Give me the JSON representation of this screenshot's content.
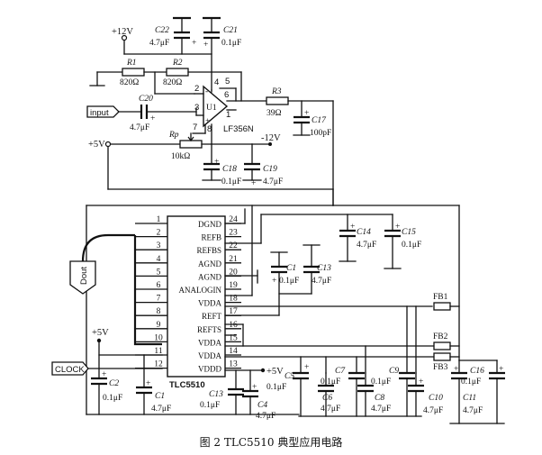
{
  "caption": "图 2  TLC5510 典型应用电路",
  "rails": {
    "plus12": "+12V",
    "minus12": "-12V",
    "plus5_top": "+5V",
    "plus5_left": "+5V",
    "plus5_out": "+5V"
  },
  "ports": {
    "input": "input",
    "dout": "Dout",
    "clock": "CLOCK"
  },
  "opamp": {
    "name": "U1",
    "part": "LF356N",
    "pins": [
      "2",
      "3",
      "4",
      "5",
      "6",
      "7",
      "8",
      "1"
    ],
    "plus": "+",
    "minus": "-"
  },
  "adc": {
    "part": "TLC5510",
    "left_pins": [
      "1",
      "2",
      "3",
      "4",
      "5",
      "6",
      "7",
      "8",
      "9",
      "10",
      "11",
      "12"
    ],
    "right_pins": [
      "24",
      "23",
      "22",
      "21",
      "20",
      "19",
      "18",
      "17",
      "16",
      "15",
      "14",
      "13"
    ],
    "right_names": [
      "DGND",
      "REFB",
      "REFBS",
      "AGND",
      "AGND",
      "ANALOGIN",
      "VDDA",
      "REFT",
      "REFTS",
      "VDDA",
      "VDDA",
      "VDDD"
    ]
  },
  "resistors": {
    "R1": {
      "name": "R1",
      "value": "820Ω"
    },
    "R2": {
      "name": "R2",
      "value": "820Ω"
    },
    "R3": {
      "name": "R3",
      "value": "39Ω"
    },
    "Rp": {
      "name": "Rp",
      "value": "10kΩ"
    }
  },
  "capacitors": {
    "C22": {
      "name": "C22",
      "value": "4.7μF"
    },
    "C21": {
      "name": "C21",
      "value": "0.1μF"
    },
    "C20": {
      "name": "C20",
      "value": "4.7μF"
    },
    "C17": {
      "name": "C17",
      "value": "100pF"
    },
    "C18": {
      "name": "C18",
      "value": "0.1μF"
    },
    "C19": {
      "name": "C19",
      "value": "4.7μF"
    },
    "C14": {
      "name": "C14",
      "value": "4.7μF"
    },
    "C15": {
      "name": "C15",
      "value": "0.1μF"
    },
    "C1a": {
      "name": "C1",
      "value": "0.1μF"
    },
    "C13a": {
      "name": "C13",
      "value": "4.7μF"
    },
    "C2": {
      "name": "C2",
      "value": "0.1μF"
    },
    "C1b": {
      "name": "C1",
      "value": "4.7μF"
    },
    "C13b": {
      "name": "C13",
      "value": "0.1μF"
    },
    "C4": {
      "name": "C4",
      "value": "4.7μF"
    },
    "C5": {
      "name": "C5",
      "value": "0.1μF"
    },
    "C6": {
      "name": "C6",
      "value": "4.7μF"
    },
    "C7": {
      "name": "C7",
      "value": "0.1μF"
    },
    "C8": {
      "name": "C8",
      "value": "4.7μF"
    },
    "C9": {
      "name": "C9",
      "value": "0.1μF"
    },
    "C10": {
      "name": "C10",
      "value": "4.7μF"
    },
    "C11": {
      "name": "C11",
      "value": "4.7μF"
    },
    "C16": {
      "name": "C16",
      "value": "0.1μF"
    }
  },
  "beads": {
    "FB1": "FB1",
    "FB2": "FB2",
    "FB3": "FB3"
  },
  "symbols": {
    "plus": "+"
  }
}
